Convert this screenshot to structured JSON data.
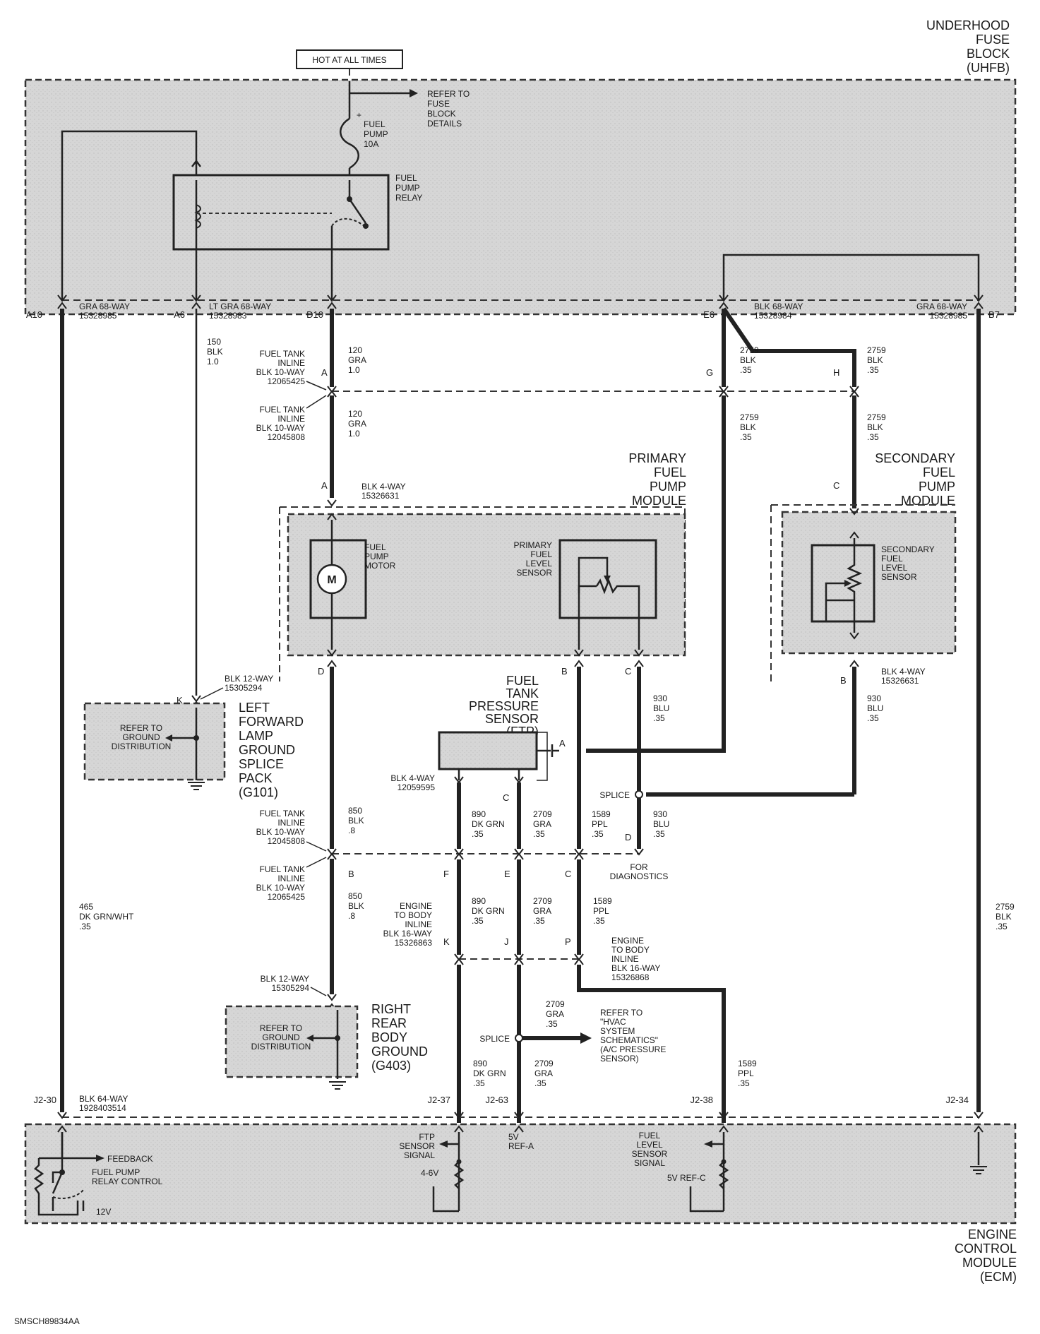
{
  "modules": {
    "uhfb": [
      "UNDERHOOD",
      "FUSE",
      "BLOCK",
      "(UHFB)"
    ],
    "ecm": [
      "ENGINE",
      "CONTROL",
      "MODULE",
      "(ECM)"
    ],
    "primary_pump_module": [
      "PRIMARY",
      "FUEL",
      "PUMP",
      "MODULE"
    ],
    "secondary_pump_module": [
      "SECONDARY",
      "FUEL",
      "PUMP",
      "MODULE"
    ],
    "ftp_sensor": [
      "FUEL",
      "TANK",
      "PRESSURE",
      "SENSOR",
      "(FTP)"
    ],
    "left_ground": [
      "LEFT",
      "FORWARD",
      "LAMP",
      "GROUND",
      "SPLICE",
      "PACK",
      "(G101)"
    ],
    "right_ground": [
      "RIGHT",
      "REAR",
      "BODY",
      "GROUND",
      "(G403)"
    ]
  },
  "hot_label": "HOT AT ALL TIMES",
  "fuse": {
    "refer": [
      "REFER TO",
      "FUSE",
      "BLOCK",
      "DETAILS"
    ],
    "label": [
      "FUEL",
      "PUMP",
      "10A"
    ],
    "plus": "+"
  },
  "relay_label": [
    "FUEL",
    "PUMP",
    "RELAY"
  ],
  "pump_motor_label": [
    "FUEL",
    "PUMP",
    "MOTOR"
  ],
  "motor_symbol": "M",
  "primary_level_label": [
    "PRIMARY",
    "FUEL",
    "LEVEL",
    "SENSOR"
  ],
  "secondary_level_label": [
    "SECONDARY",
    "FUEL",
    "LEVEL",
    "SENSOR"
  ],
  "ground_refer": [
    "REFER TO",
    "GROUND",
    "DISTRIBUTION"
  ],
  "uhfb_connectors": {
    "a10": {
      "pin": "A10",
      "text": [
        "GRA 68-WAY",
        "15328985"
      ]
    },
    "a6": {
      "pin": "A6",
      "text": [
        "LT GRA 68-WAY",
        "15328983"
      ]
    },
    "d10": {
      "pin": "D10"
    },
    "e6": {
      "pin": "E6",
      "text": [
        "BLK 68-WAY",
        "15328984"
      ]
    },
    "b7": {
      "pin": "B7",
      "text": [
        "GRA 68-WAY",
        "15328985"
      ]
    }
  },
  "wires": {
    "w150": [
      "150",
      "BLK",
      "1.0"
    ],
    "w120a": [
      "120",
      "GRA",
      "1.0"
    ],
    "w120b": [
      "120",
      "GRA",
      "1.0"
    ],
    "w2759g": [
      "2759",
      "BLK",
      ".35"
    ],
    "w2759h": [
      "2759",
      "BLK",
      ".35"
    ],
    "w2759g2": [
      "2759",
      "BLK",
      ".35"
    ],
    "w2759h2": [
      "2759",
      "BLK",
      ".35"
    ],
    "w930a": [
      "930",
      "BLU",
      ".35"
    ],
    "w930b": [
      "930",
      "BLU",
      ".35"
    ],
    "w930c": [
      "930",
      "BLU",
      ".35"
    ],
    "w850a": [
      "850",
      "BLK",
      ".8"
    ],
    "w850b": [
      "850",
      "BLK",
      ".8"
    ],
    "w890a": [
      "890",
      "DK GRN",
      ".35"
    ],
    "w890b": [
      "890",
      "DK GRN",
      ".35"
    ],
    "w890c": [
      "890",
      "DK GRN",
      ".35"
    ],
    "w2709a": [
      "2709",
      "GRA",
      ".35"
    ],
    "w2709b": [
      "2709",
      "GRA",
      ".35"
    ],
    "w2709c": [
      "2709",
      "GRA",
      ".35"
    ],
    "w2709d": [
      "2709",
      "GRA",
      ".35"
    ],
    "w1589a": [
      "1589",
      "PPL",
      ".35"
    ],
    "w1589b": [
      "1589",
      "PPL",
      ".35"
    ],
    "w1589c": [
      "1589",
      "PPL",
      ".35"
    ],
    "w465": [
      "465",
      "DK GRN/WHT",
      ".35"
    ],
    "w2759b7": [
      "2759",
      "BLK",
      ".35"
    ]
  },
  "inline_connectors": {
    "ft_inline_1": {
      "text": [
        "FUEL TANK",
        "INLINE",
        "BLK 10-WAY",
        "12065425"
      ],
      "pin": "A"
    },
    "ft_inline_2": {
      "text": [
        "FUEL TANK",
        "INLINE",
        "BLK 10-WAY",
        "12045808"
      ]
    },
    "pump_4way": {
      "pin": "A",
      "text": [
        "BLK 4-WAY",
        "15326631"
      ]
    },
    "pin_g": "G",
    "pin_h": "H",
    "pin_c_sec": "C",
    "pin_d": "D",
    "pin_b_prim": "B",
    "pin_c_prim": "C",
    "pin_b_sec": "B",
    "sec_4way": [
      "BLK 4-WAY",
      "15326631"
    ],
    "k_12way": {
      "pin": "K",
      "text": [
        "BLK 12-WAY",
        "15305294"
      ]
    },
    "ftp_4way": [
      "BLK 4-WAY",
      "12059595"
    ],
    "ftp_pin_a": "A",
    "ftp_pin_c": "C",
    "ft_inline_3": [
      "FUEL TANK",
      "INLINE",
      "BLK 10-WAY",
      "12045808"
    ],
    "ft_inline_4": {
      "text": [
        "FUEL TANK",
        "INLINE",
        "BLK 10-WAY",
        "12065425"
      ],
      "pin": "B"
    },
    "pin_f": "F",
    "pin_e": "E",
    "pin_c_inline": "C",
    "pin_d_diag": "D",
    "for_diag": [
      "FOR",
      "DIAGNOSTICS"
    ],
    "splice1": "SPLICE",
    "e2b_left": [
      "ENGINE",
      "TO BODY",
      "INLINE",
      "BLK 16-WAY",
      "15326863"
    ],
    "e2b_right": [
      "ENGINE",
      "TO BODY",
      "INLINE",
      "BLK 16-WAY",
      "15326868"
    ],
    "pin_k": "K",
    "pin_j": "J",
    "pin_p": "P",
    "rear_12way": [
      "BLK 12-WAY",
      "15305294"
    ],
    "splice2": "SPLICE",
    "hvac_refer": [
      "REFER TO",
      "\"HVAC",
      "SYSTEM",
      "SCHEMATICS\"",
      "(A/C PRESSURE",
      "SENSOR)"
    ]
  },
  "ecm_connectors": {
    "j2_30": "J2-30",
    "j2_37": "J2-37",
    "j2_63": "J2-63",
    "j2_38": "J2-38",
    "j2_34": "J2-34",
    "ecm_64way": [
      "BLK 64-WAY",
      "1928403514"
    ]
  },
  "ecm_internal": {
    "feedback": "FEEDBACK",
    "relay_control": [
      "FUEL PUMP",
      "RELAY CONTROL"
    ],
    "v12": "12V",
    "ftp_signal": [
      "FTP",
      "SENSOR",
      "SIGNAL"
    ],
    "v46": "4-6V",
    "ref_a": [
      "5V",
      "REF-A"
    ],
    "level_signal": [
      "FUEL",
      "LEVEL",
      "SENSOR",
      "SIGNAL"
    ],
    "ref_c": "5V REF-C"
  },
  "footer_code": "SMSCH89834AA"
}
